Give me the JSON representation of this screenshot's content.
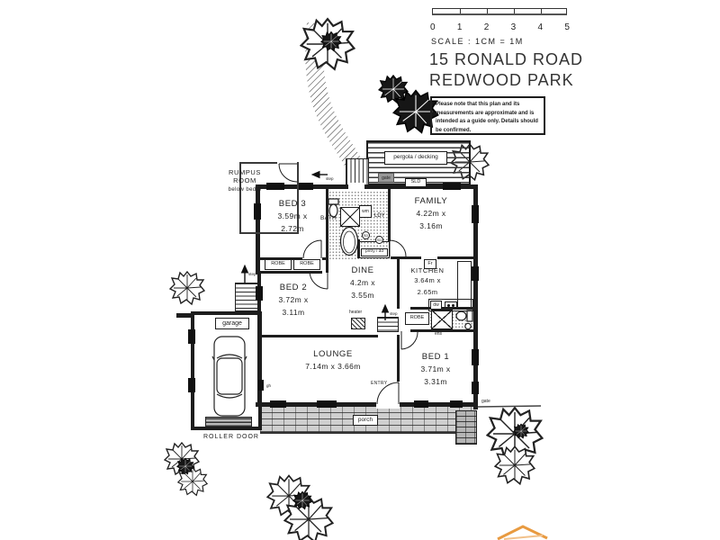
{
  "scale": {
    "ticks": [
      "0",
      "1",
      "2",
      "3",
      "4",
      "5"
    ],
    "label": "SCALE : 1CM = 1M"
  },
  "address": {
    "line1": "15 RONALD ROAD",
    "line2": "REDWOOD PARK"
  },
  "disclaimer": "Please note that this plan and its measurements are approximate and is intended as a guide only. Details should be confirmed.",
  "rooms": {
    "rumpus": {
      "name": "RUMPUS ROOM",
      "note": "below bed 3"
    },
    "bed3": {
      "name": "BED 3",
      "d1": "3.59m x",
      "d2": "2.72m"
    },
    "family": {
      "name": "FAMILY",
      "d1": "4.22m x",
      "d2": "3.16m"
    },
    "dine": {
      "name": "DINE",
      "d1": "4.2m x",
      "d2": "3.55m"
    },
    "kitchen": {
      "name": "KITCHEN",
      "d1": "3.64m x",
      "d2": "2.65m"
    },
    "bed2": {
      "name": "BED 2",
      "d1": "3.72m x",
      "d2": "3.11m"
    },
    "lounge": {
      "name": "LOUNGE",
      "d1": "7.14m x 3.66m"
    },
    "bed1": {
      "name": "BED 1",
      "d1": "3.71m x",
      "d2": "3.31m"
    },
    "garage": "garage",
    "porch": "porch",
    "pergola": "pergola / decking"
  },
  "fixtures": {
    "bath": "BATH",
    "laundry": "LDY",
    "washing_machine": "wm",
    "fridge": "Fr",
    "dishwasher": "dw",
    "robe": "ROBE",
    "pantry": "pntry / dd",
    "heater": "heater",
    "ensuite": "ens"
  },
  "annotations": {
    "step": "step",
    "gate": "gate",
    "sliding_door": "SLD",
    "smoke_detector": "SD",
    "entry": "ENTRY",
    "roller_door": "ROLLER DOOR",
    "gas_heater": "gh"
  },
  "colors": {
    "ink": "#1d1d1d",
    "logo_orange": "#e89a40"
  }
}
